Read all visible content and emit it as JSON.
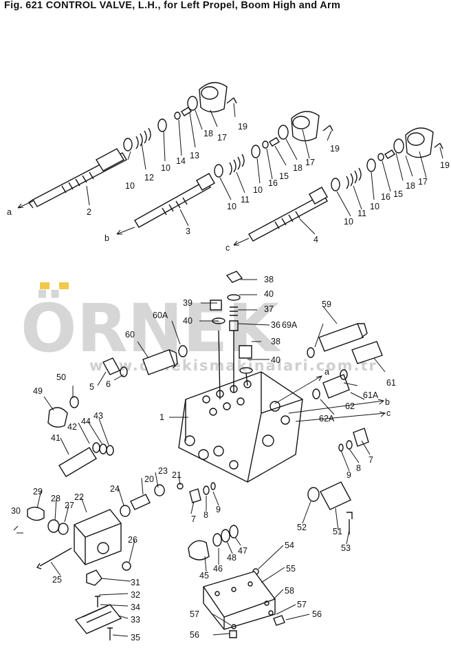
{
  "title": "Fig. 621   CONTROL VALVE, L.H., for Left Propel, Boom High and Arm",
  "watermark": {
    "brand": "ÖRNEK",
    "url": "www.ornekismakinalari.com.tr"
  },
  "callouts": {
    "c1": "1",
    "c2": "2",
    "c3": "3",
    "c4": "4",
    "c5": "5",
    "c6": "6",
    "c7": "7",
    "c8": "8",
    "c9": "9",
    "c10": "10",
    "c11": "11",
    "c12": "12",
    "c13": "13",
    "c14": "14",
    "c15": "15",
    "c16": "16",
    "c17": "17",
    "c18": "18",
    "c19": "19",
    "c20": "20",
    "c21": "21",
    "c22": "22",
    "c23": "23",
    "c24": "24",
    "c25": "25",
    "c26": "26",
    "c27": "27",
    "c28": "28",
    "c29": "29",
    "c30": "30",
    "c31": "31",
    "c32": "32",
    "c33": "33",
    "c34": "34",
    "c35": "35",
    "c36": "36",
    "c37": "37",
    "c38": "38",
    "c39": "39",
    "c40": "40",
    "c41": "41",
    "c42": "42",
    "c43": "43",
    "c44": "44",
    "c45": "45",
    "c46": "46",
    "c47": "47",
    "c48": "48",
    "c49": "49",
    "c50": "50",
    "c51": "51",
    "c52": "52",
    "c53": "53",
    "c54": "54",
    "c55": "55",
    "c56": "56",
    "c57": "57",
    "c58": "58",
    "c59": "59",
    "c60": "60",
    "c60a": "60A",
    "c61": "61",
    "c61a": "61A",
    "c62": "62",
    "c62a": "62A",
    "c69a": "69A",
    "a": "a",
    "b": "b",
    "c": "c"
  }
}
